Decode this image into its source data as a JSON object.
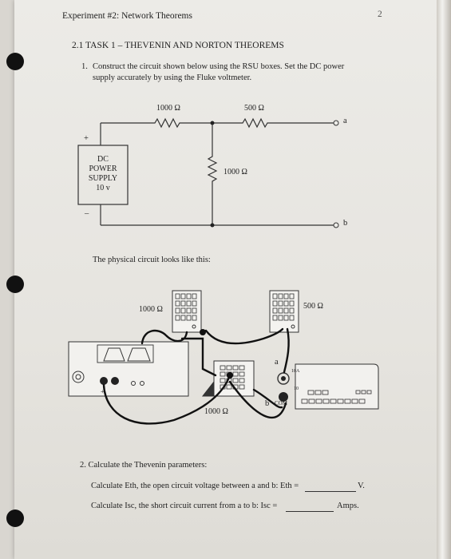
{
  "header": {
    "title": "Experiment #2: Network Theorems",
    "page_number": "2"
  },
  "section": {
    "heading": "2.1 TASK 1 – THEVENIN AND NORTON THEOREMS"
  },
  "step1": {
    "number": "1.",
    "line1": "Construct the circuit shown below using the RSU boxes.  Set the DC power",
    "line2": "supply accurately by using the Fluke voltmeter."
  },
  "circuit": {
    "r1": "1000 Ω",
    "r2": "500 Ω",
    "r3": "1000 Ω",
    "terminal_a": "a",
    "terminal_b": "b",
    "plus": "+",
    "minus": "–",
    "supply_line1": "DC",
    "supply_line2": "POWER",
    "supply_line3": "SUPPLY",
    "supply_line4": "10 v"
  },
  "physical": {
    "caption": "The physical circuit looks like this:",
    "r1": "1000 Ω",
    "r2": "500 Ω",
    "r3": "1000 Ω",
    "terminal_a": "a",
    "terminal_b": "b",
    "com": "COM",
    "plus": "+",
    "meter_10a": "10A",
    "meter_10": "10"
  },
  "step2": {
    "heading": "2.  Calculate the Thevenin parameters:",
    "eth_text": "Calculate Eth, the open circuit voltage between a and b:  Eth =",
    "eth_unit": "V.",
    "isc_text": "Calculate Isc, the short circuit current from a to b: Isc =",
    "isc_unit": "Amps."
  }
}
